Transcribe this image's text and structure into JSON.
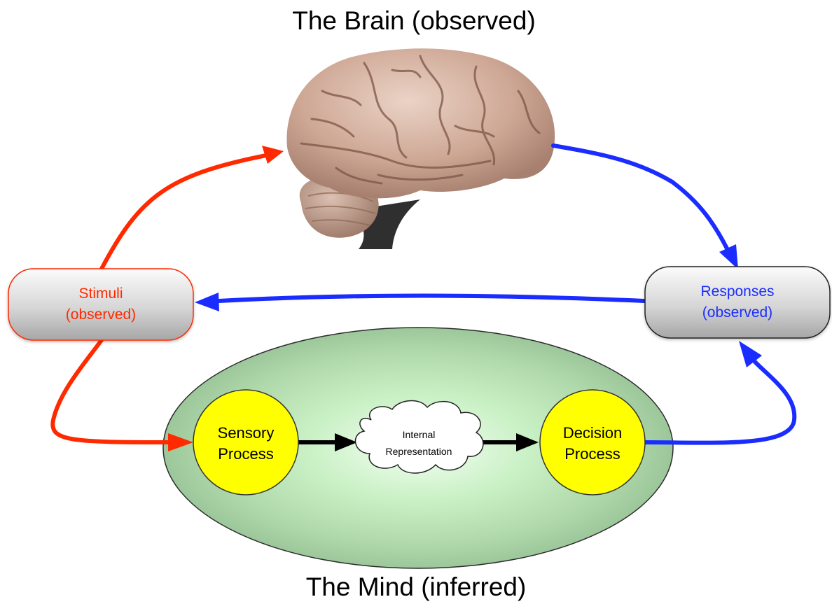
{
  "titles": {
    "top": "The Brain (observed)",
    "bottom": "The Mind (inferred)"
  },
  "stimuli": {
    "line1": "Stimuli",
    "line2": "(observed)"
  },
  "responses": {
    "line1": "Responses",
    "line2": "(observed)"
  },
  "sensory": {
    "line1": "Sensory",
    "line2": "Process"
  },
  "decision": {
    "line1": "Decision",
    "line2": "Process"
  },
  "internal": {
    "line1": "Internal",
    "line2": "Representation"
  },
  "colors": {
    "red_arrow": "#ff2a00",
    "blue_arrow": "#1a2cff",
    "yellow_node": "#ffff00",
    "mind_center": "#eafbe8",
    "mind_edge": "#9cc79a",
    "pill_light": "#f2f2f2",
    "pill_dark": "#a9a9a9"
  },
  "icons": {
    "brain": "brain-illustration"
  }
}
